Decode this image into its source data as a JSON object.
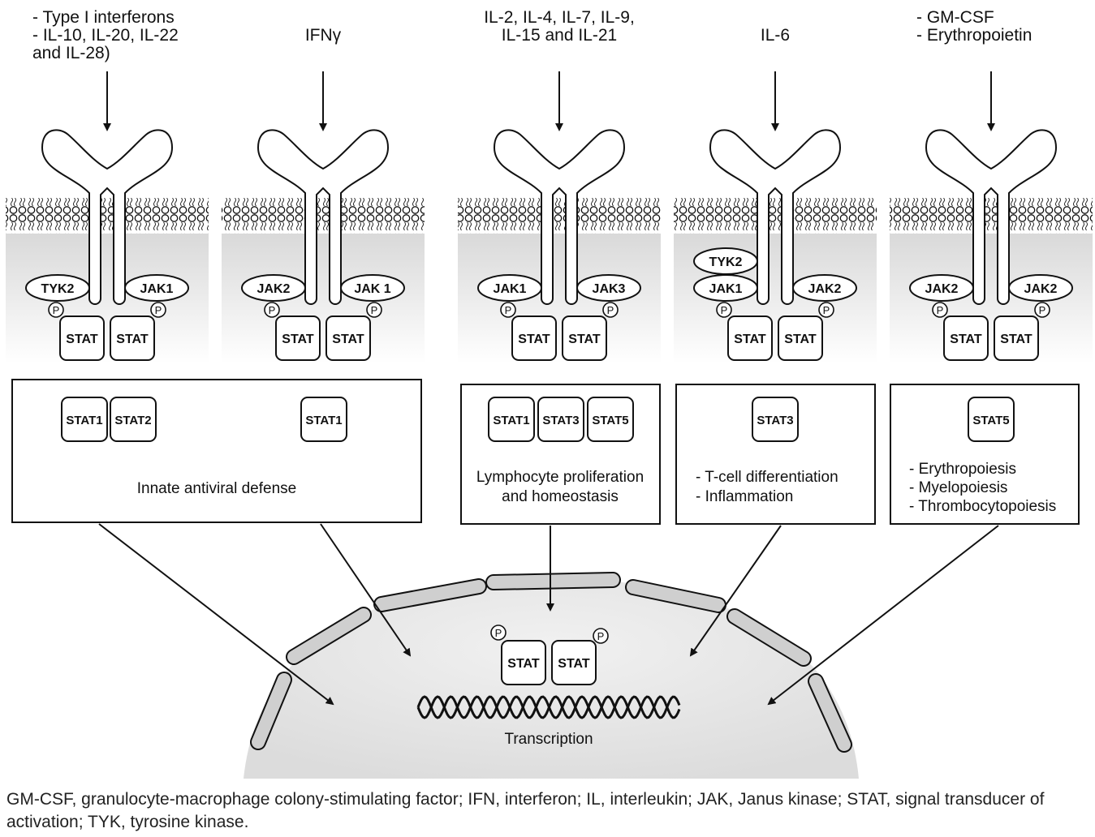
{
  "signals": [
    {
      "lines": [
        "- Type I interferons",
        "- IL-10, IL-20, IL-22",
        "  and IL-28)"
      ],
      "left_jak": "TYK2",
      "right_jak": "JAK1",
      "extra_jak": ""
    },
    {
      "lines": [
        "IFNγ"
      ],
      "left_jak": "JAK2",
      "right_jak": "JAK 1",
      "extra_jak": ""
    },
    {
      "lines": [
        "IL-2, IL-4, IL-7, IL-9,",
        "IL-15 and IL-21"
      ],
      "left_jak": "JAK1",
      "right_jak": "JAK3",
      "extra_jak": ""
    },
    {
      "lines": [
        "IL-6"
      ],
      "left_jak": "JAK1",
      "right_jak": "JAK2",
      "extra_jak": "TYK2"
    },
    {
      "lines": [
        "- GM-CSF",
        "- Erythropoietin"
      ],
      "left_jak": "JAK2",
      "right_jak": "JAK2",
      "extra_jak": ""
    }
  ],
  "stat_label": "STAT",
  "phospho_label": "P",
  "outcomes": [
    {
      "stats": [
        "STAT1",
        "STAT2",
        "STAT1"
      ],
      "lines": [
        "Innate antiviral defense"
      ]
    },
    {
      "stats": [
        "STAT1",
        "STAT3",
        "STAT5"
      ],
      "lines": [
        "Lymphocyte proliferation",
        "and homeostasis"
      ]
    },
    {
      "stats": [
        "STAT3"
      ],
      "lines": [
        "- T-cell differentiation",
        "- Inflammation"
      ]
    },
    {
      "stats": [
        "STAT5"
      ],
      "lines": [
        "- Erythropoiesis",
        "- Myelopoiesis",
        "- Thrombocytopoiesis"
      ]
    }
  ],
  "nucleus": {
    "label": "Transcription"
  },
  "caption": "GM-CSF, granulocyte-macrophage colony-stimulating factor; IFN, interferon; IL, interleukin; JAK, Janus kinase; STAT, signal transducer of activation; TYK, tyrosine kinase."
}
